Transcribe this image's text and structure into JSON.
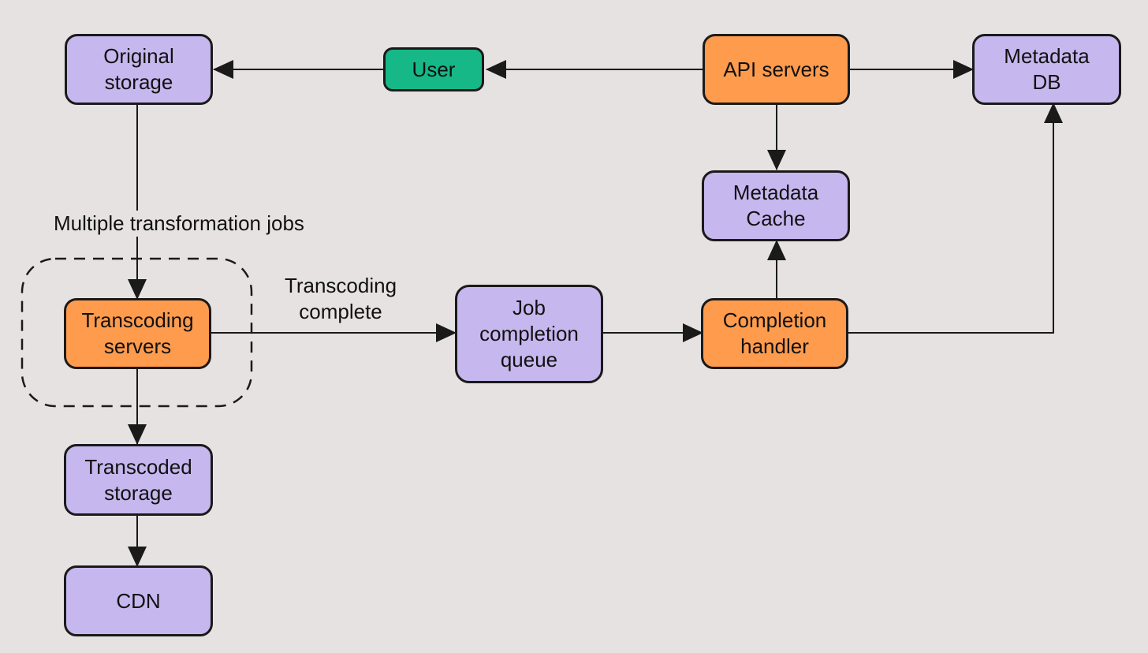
{
  "nodes": {
    "original_storage": "Original\nstorage",
    "user": "User",
    "api_servers": "API servers",
    "metadata_db": "Metadata\nDB",
    "metadata_cache": "Metadata\nCache",
    "transcoding_servers": "Transcoding\nservers",
    "job_completion_queue": "Job\ncompletion\nqueue",
    "completion_handler": "Completion\nhandler",
    "transcoded_storage": "Transcoded\nstorage",
    "cdn": "CDN"
  },
  "labels": {
    "multiple_jobs": "Multiple transformation jobs",
    "transcoding_complete": "Transcoding\ncomplete"
  },
  "colors": {
    "background": "#e6e2e1",
    "storage_node": "#c7b7ef",
    "service_node": "#ff9b4d",
    "user_node": "#15b886",
    "line": "#1a1a1a"
  }
}
